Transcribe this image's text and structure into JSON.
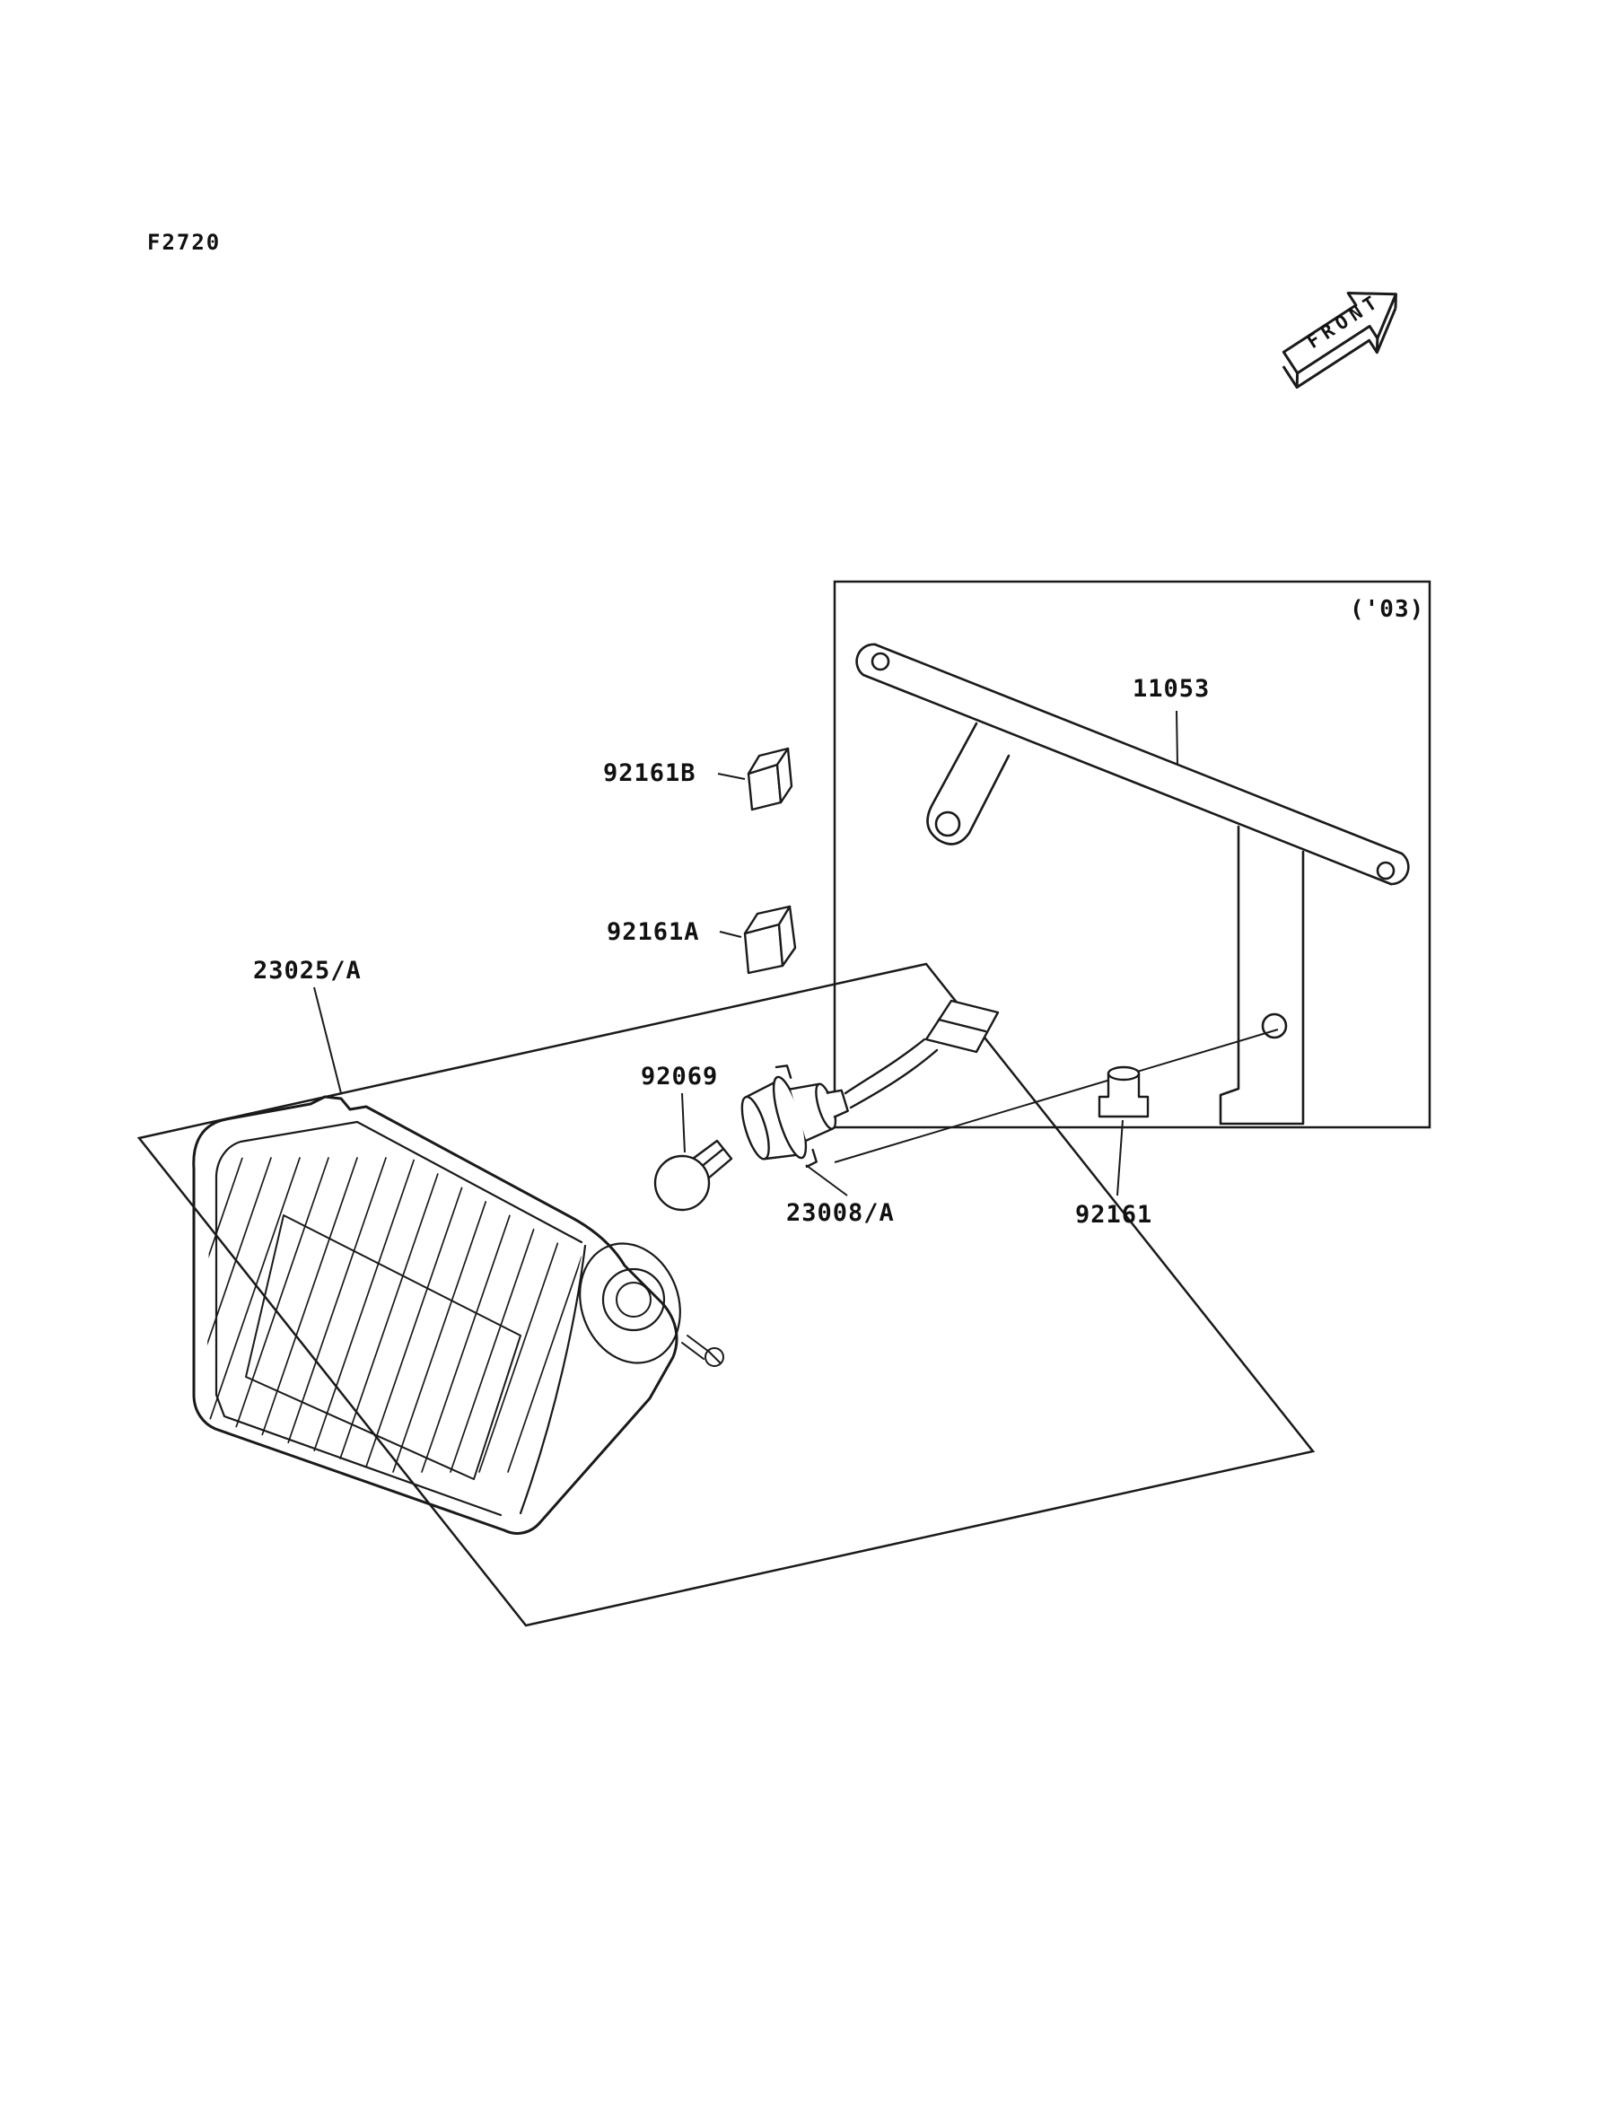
{
  "page": {
    "figure_code": "F2720",
    "year_note": "('03)",
    "front_label": "FRONT"
  },
  "labels": {
    "bracket": "11053",
    "damper_b": "92161B",
    "damper_a": "92161A",
    "lamp_assy": "23025/A",
    "bulb": "92069",
    "socket_assy": "23008/A",
    "damper": "92161"
  },
  "colors": {
    "line": "#1a1a1a",
    "background": "#ffffff"
  }
}
